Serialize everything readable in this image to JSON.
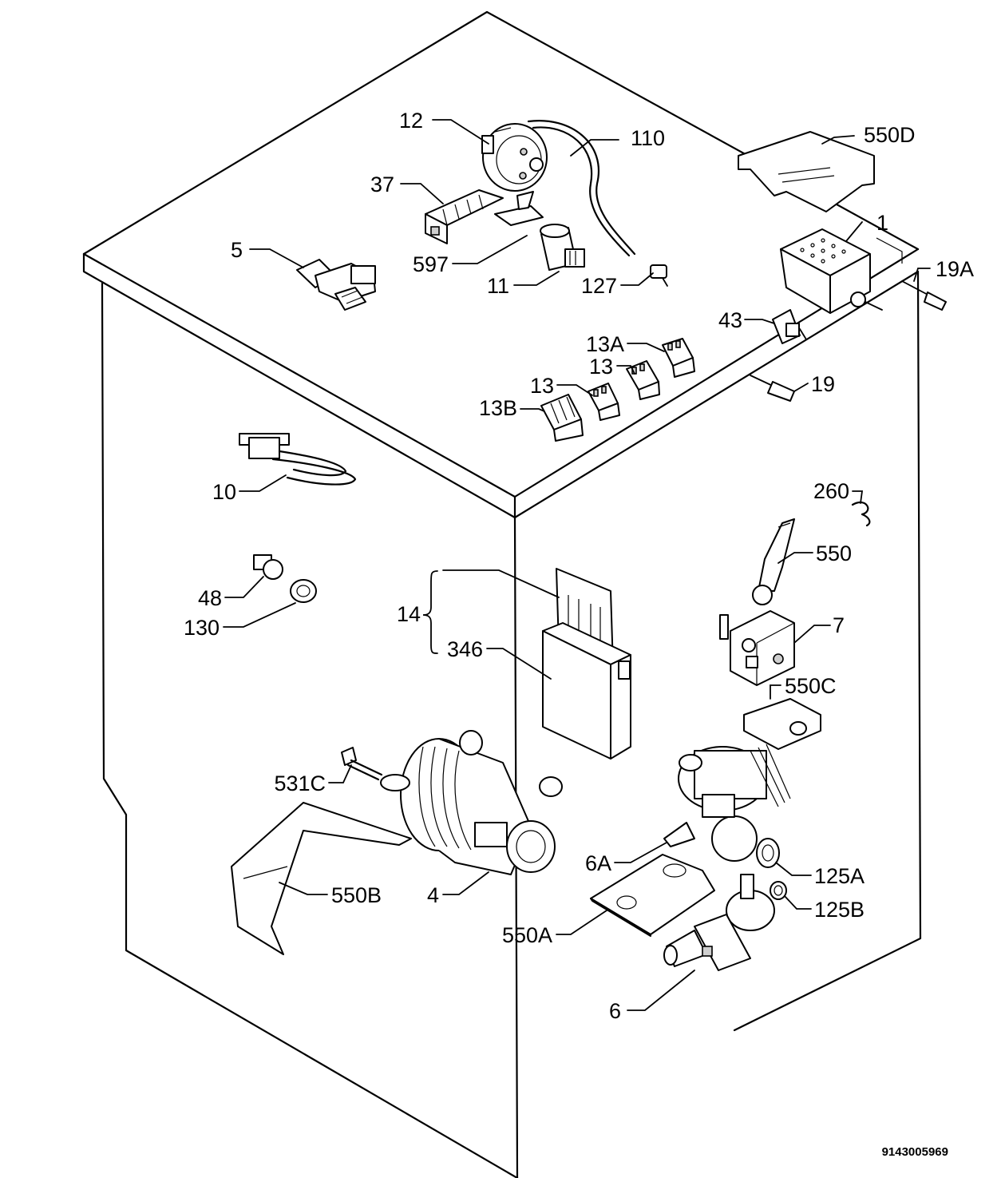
{
  "diagram": {
    "doc_code": "9143005969",
    "labels": {
      "l12": "12",
      "l110": "110",
      "l550d": "550D",
      "l37": "37",
      "l5": "5",
      "l597": "597",
      "l11": "11",
      "l127": "127",
      "l1": "1",
      "l19a": "19A",
      "l43": "43",
      "l13a": "13A",
      "l13_upper": "13",
      "l13_lower": "13",
      "l13b": "13B",
      "l19": "19",
      "l10": "10",
      "l260": "260",
      "l550": "550",
      "l48": "48",
      "l130": "130",
      "l14": "14",
      "l346": "346",
      "l7": "7",
      "l550c": "550C",
      "l531c": "531C",
      "l6a": "6A",
      "l125a": "125A",
      "l125b": "125B",
      "l550b": "550B",
      "l4": "4",
      "l550a": "550A",
      "l6": "6"
    }
  }
}
